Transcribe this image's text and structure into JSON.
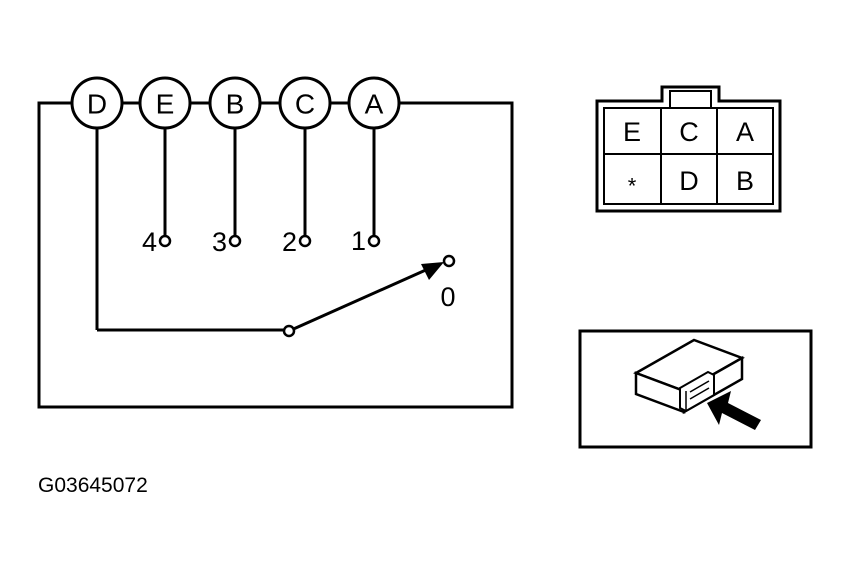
{
  "switch": {
    "terminals": [
      "D",
      "E",
      "B",
      "C",
      "A"
    ],
    "positions": [
      "4",
      "3",
      "2",
      "1"
    ],
    "off_position": "0"
  },
  "connector": {
    "row1": [
      "E",
      "C",
      "A"
    ],
    "row2": [
      "*",
      "D",
      "B"
    ]
  },
  "figure_id": "G03645072"
}
